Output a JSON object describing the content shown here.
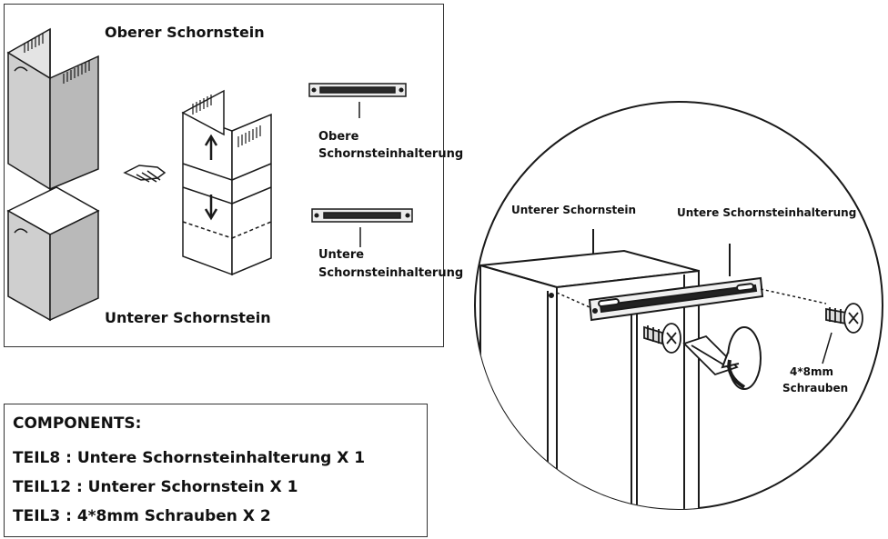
{
  "top_panel": {
    "upper_chimney_label": "Oberer Schornstein",
    "lower_chimney_label": "Unterer Schornstein",
    "upper_bracket_label_line1": "Obere",
    "upper_bracket_label_line2": "Schornsteinhalterung",
    "lower_bracket_label_line1": "Untere",
    "lower_bracket_label_line2": "Schornsteinhalterung"
  },
  "detail_circle": {
    "lower_chimney_label": "Unterer Schornstein",
    "lower_bracket_label": "Untere Schornsteinhalterung",
    "screw_label_line1": "4*8mm",
    "screw_label_line2": "Schrauben"
  },
  "components": {
    "title": "COMPONENTS:",
    "items": [
      "TEIL8 : Untere Schornsteinhalterung X 1",
      "TEIL12 : Unterer Schornstein X 1",
      "TEIL3 : 4*8mm Schrauben X 2"
    ]
  },
  "colors": {
    "panel_fill": "#d9d9d9",
    "line": "#1a1a1a",
    "frame": "#333333"
  }
}
